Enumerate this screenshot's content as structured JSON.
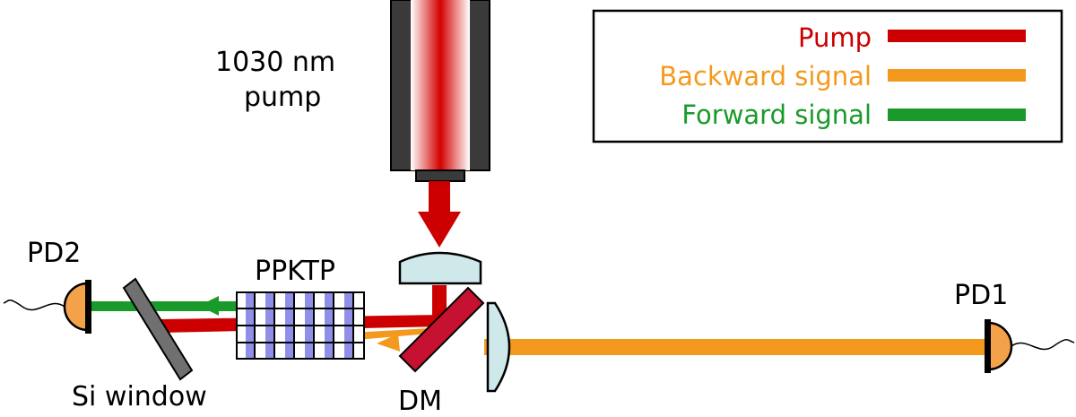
{
  "labels": {
    "pump_source_line1": "1030 nm",
    "pump_source_line2": "pump",
    "pd2": "PD2",
    "pd1": "PD1",
    "crystal": "PPKTP",
    "si_window": "Si window",
    "dm": "DM"
  },
  "legend": {
    "items": [
      {
        "label": "Pump",
        "color": "#cc0000"
      },
      {
        "label": "Backward signal",
        "color": "#f39a1e"
      },
      {
        "label": "Forward signal",
        "color": "#1a9a2a"
      }
    ]
  },
  "colors": {
    "pump_beam": "#cc0000",
    "backward_signal": "#f39a1e",
    "forward_signal": "#1a9a2a",
    "detector": "#f3a24a",
    "lens": "#cfe8ea",
    "crystal_stripe": "#8f8fe8",
    "window": "#707070",
    "dm": "#c41230",
    "laser_body": "#3a3a3a"
  }
}
